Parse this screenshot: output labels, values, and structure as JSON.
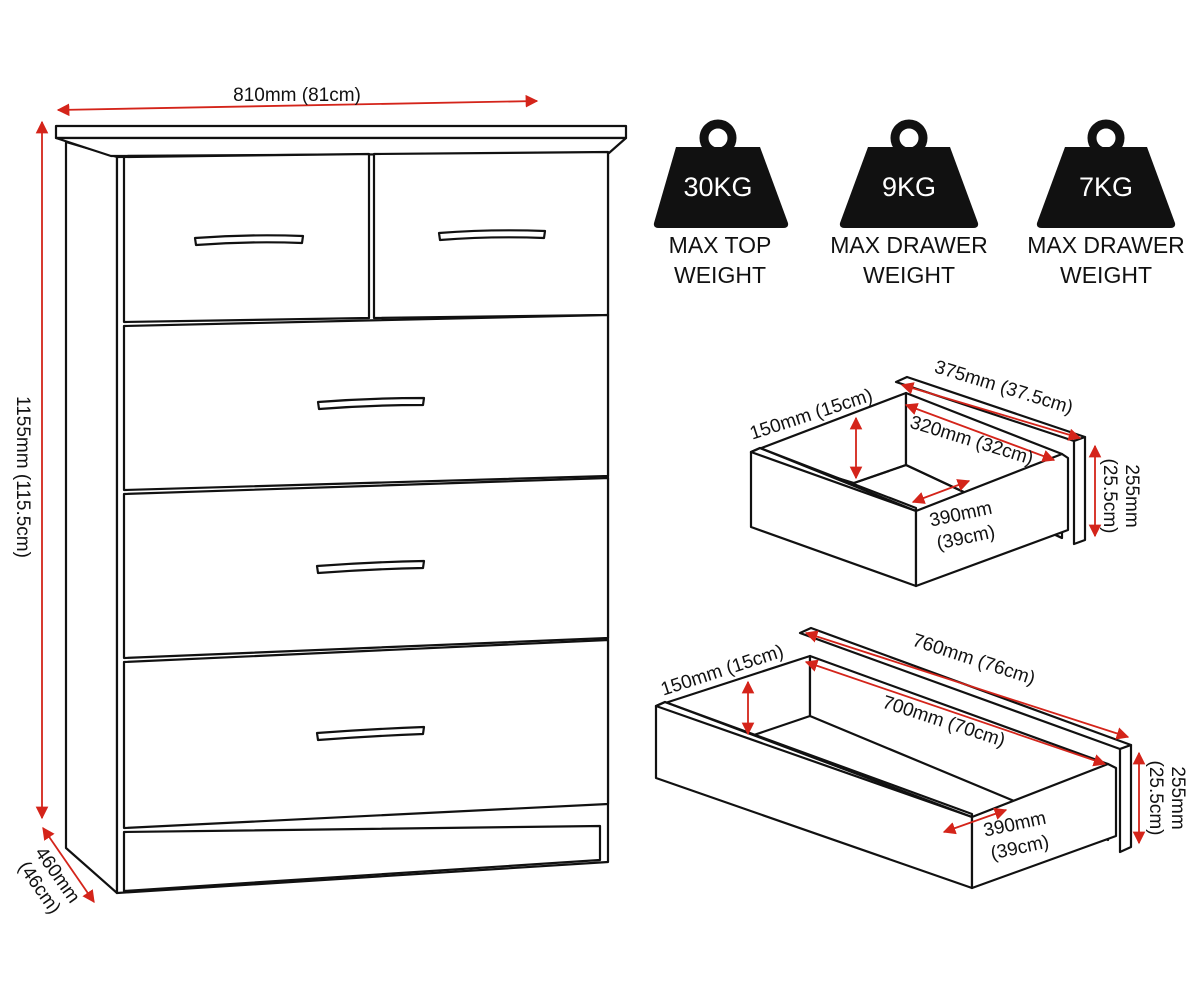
{
  "colors": {
    "outline": "#111111",
    "dimension": "#d4241a",
    "weight_fill": "#111111",
    "background": "#ffffff"
  },
  "chest": {
    "width_label": "810mm (81cm)",
    "height_label": "1155mm (115.5cm)",
    "depth_label_line1": "460mm",
    "depth_label_line2": "(46cm)"
  },
  "weights": [
    {
      "value": "30KG",
      "label_line1": "MAX TOP",
      "label_line2": "WEIGHT",
      "icon": "weight-icon"
    },
    {
      "value": "9KG",
      "label_line1": "MAX DRAWER",
      "label_line2": "WEIGHT",
      "icon": "weight-icon"
    },
    {
      "value": "7KG",
      "label_line1": "MAX DRAWER",
      "label_line2": "WEIGHT",
      "icon": "weight-icon"
    }
  ],
  "small_drawer": {
    "outer_length": "375mm (37.5cm)",
    "inner_length": "320mm (32cm)",
    "height": "150mm (15cm)",
    "front_height_line1": "255mm",
    "front_height_line2": "(25.5cm)",
    "width_line1": "390mm",
    "width_line2": "(39cm)"
  },
  "large_drawer": {
    "outer_length": "760mm (76cm)",
    "inner_length": "700mm (70cm)",
    "height": "150mm (15cm)",
    "front_height_line1": "255mm",
    "front_height_line2": "(25.5cm)",
    "width_line1": "390mm",
    "width_line2": "(39cm)"
  }
}
